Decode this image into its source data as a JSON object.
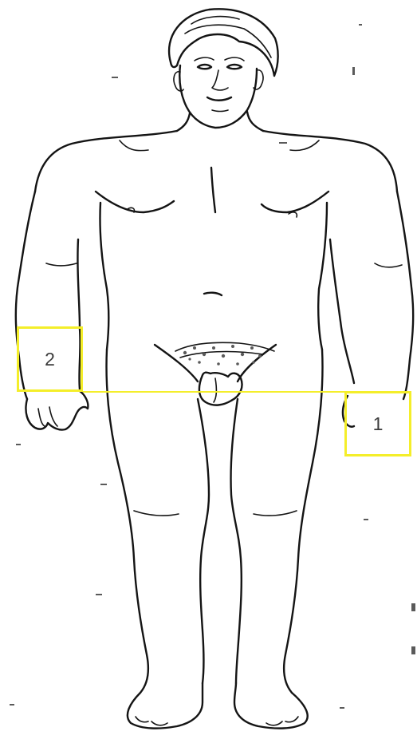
{
  "figure": {
    "subject": "standing-male-line-drawing",
    "line_color": "#141414",
    "background": "#ffffff"
  },
  "markers": [
    {
      "id": "marker-2",
      "label": "2"
    },
    {
      "id": "marker-1",
      "label": "1"
    }
  ],
  "highlight_color": "#f4ee2a"
}
